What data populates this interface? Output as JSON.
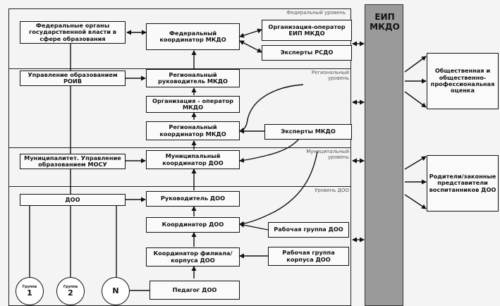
{
  "levels": {
    "federal": "Федеральный уровень",
    "regional": "Региональный уровень",
    "municipal": "Муниципальный уровень",
    "doo": "Уровень ДОО"
  },
  "eip": "ЕИП МКДО",
  "left_column": {
    "fed_organs": "Федеральные органы государственной власти в сфере образования",
    "roiv": "Управление образованием РОИВ",
    "mosu": "Муниципалитет. Управление образованием МОСУ",
    "doo": "ДОО"
  },
  "center_column": {
    "fed_coord": "Федеральный координатор МКДО",
    "reg_head": "Региональный руководитель МКДО",
    "org_operator": "Организация - оператор МКДО",
    "reg_coord": "Региональный координатор МКДО",
    "mun_coord": "Муниципальный координатор ДОО",
    "doo_head": "Руководитель ДОО",
    "doo_coord": "Координатор ДОО",
    "branch_coord": "Координатор филиала/корпуса ДОО",
    "teacher": "Педагог ДОО"
  },
  "right_column": {
    "org_eip": "Организация-оператор ЕИП МКДО",
    "rsdo": "Эксперты РСДО",
    "mkdo_experts": "Эксперты МКДО",
    "work_group": "Рабочая группа ДОО",
    "branch_group": "Рабочая группа корпуса ДОО"
  },
  "outside": {
    "public": "Общественная и общественно-профессиональная оценка",
    "parents": "Родители/законные представители воспитанников ДОО"
  },
  "groups": [
    {
      "label": "Группа",
      "id": "1"
    },
    {
      "label": "Группа",
      "id": "2"
    },
    {
      "label": "",
      "id": "N"
    }
  ]
}
